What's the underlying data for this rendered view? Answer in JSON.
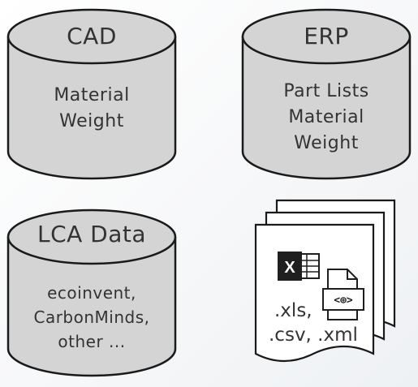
{
  "sources": [
    {
      "id": "cad",
      "title": "CAD",
      "lines": [
        "Material",
        "Weight"
      ]
    },
    {
      "id": "erp",
      "title": "ERP",
      "lines": [
        "Part Lists",
        "Material",
        "Weight"
      ]
    },
    {
      "id": "lca",
      "title": "LCA Data",
      "lines": [
        "ecoinvent,",
        "CarbonMinds,",
        "other ..."
      ]
    }
  ],
  "files": {
    "icons": [
      "excel-icon",
      "xml-file-icon"
    ],
    "excel_badge": "X",
    "xml_badge": "<⊕>",
    "lines": [
      ".xls,",
      ".csv, .xml"
    ]
  },
  "colors": {
    "cylinder_fill": "#d4d4d4",
    "cylinder_stroke": "#1a1a1a",
    "doc_fill": "#ffffff",
    "excel_dark": "#1f1f1f"
  }
}
